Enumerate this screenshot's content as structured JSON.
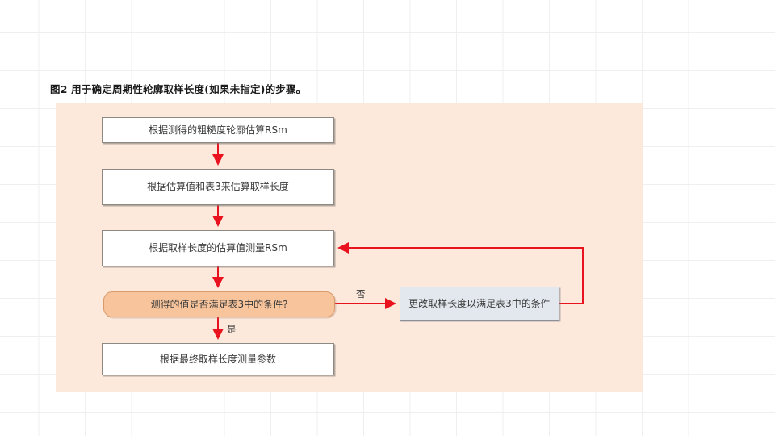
{
  "figure": {
    "caption": "图2 用于确定周期性轮廓取样长度(如果未指定)的步骤。"
  },
  "panel": {
    "background_color": "#fce9dc"
  },
  "colors": {
    "arrow": "#e8131f",
    "process_fill": "#ffffff",
    "process_border": "#8d8a85",
    "decision_fill": "#f7c49b",
    "decision_border": "#d99a6c",
    "action_fill": "#e3e8ef",
    "action_border": "#8c8f95",
    "panel": "#fce9dc",
    "grid_line": "#efefef"
  },
  "flowchart": {
    "type": "flowchart",
    "nodes": [
      {
        "id": "estimate-rsm",
        "shape": "process",
        "label": "根据测得的粗糙度轮廓估算RSm"
      },
      {
        "id": "estimate-length",
        "shape": "process",
        "label": "根据估算值和表3来估算取样长度"
      },
      {
        "id": "measure-rsm",
        "shape": "process",
        "label": "根据取样长度的估算值测量RSm"
      },
      {
        "id": "condition-check",
        "shape": "decision",
        "label": "测得的值是否满足表3中的条件?"
      },
      {
        "id": "measure-params",
        "shape": "process",
        "label": "根据最终取样长度测量参数"
      },
      {
        "id": "change-length",
        "shape": "action",
        "label": "更改取样长度以满足表3中的条件"
      }
    ],
    "edges": [
      {
        "from": "estimate-rsm",
        "to": "estimate-length",
        "label": ""
      },
      {
        "from": "estimate-length",
        "to": "measure-rsm",
        "label": ""
      },
      {
        "from": "measure-rsm",
        "to": "condition-check",
        "label": ""
      },
      {
        "from": "condition-check",
        "to": "measure-params",
        "label": "是"
      },
      {
        "from": "condition-check",
        "to": "change-length",
        "label": "否"
      },
      {
        "from": "change-length",
        "to": "measure-rsm",
        "label": ""
      }
    ],
    "labels": {
      "yes": "是",
      "no": "否"
    }
  }
}
